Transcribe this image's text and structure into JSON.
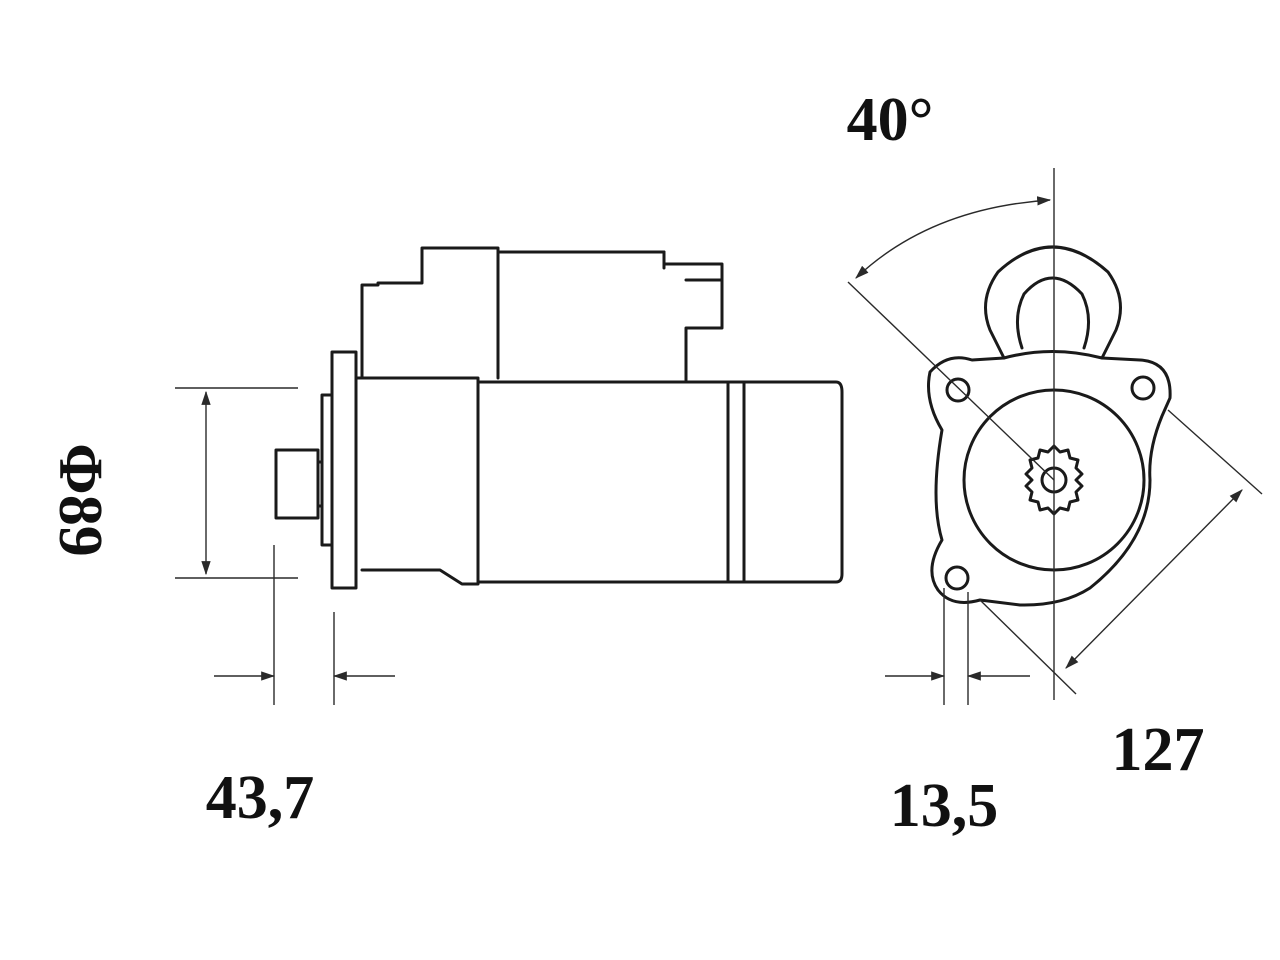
{
  "dimensions": {
    "diameter": "Φ89",
    "flange_offset": "43,7",
    "mount_offset": "13,5",
    "mount_width": "127",
    "angle": "40°"
  },
  "colors": {
    "line": "#1a1a1a",
    "background": "#ffffff"
  }
}
